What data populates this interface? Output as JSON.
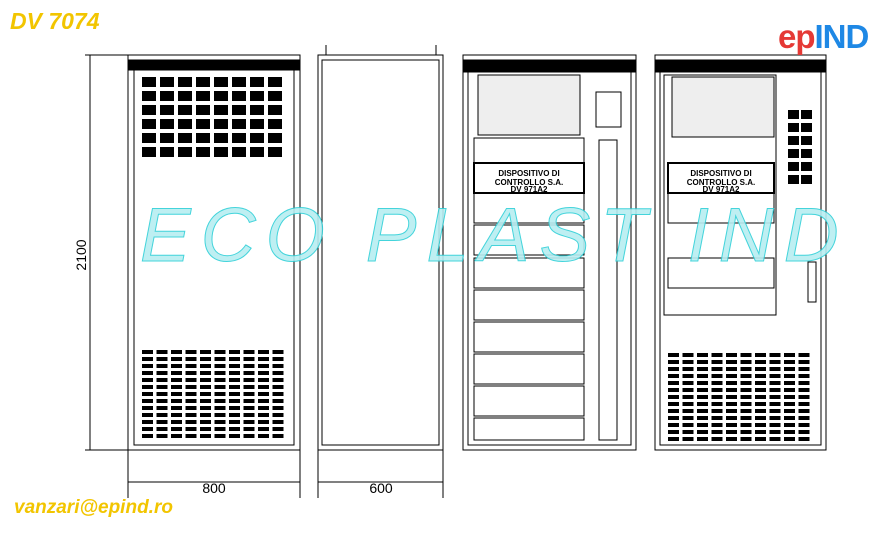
{
  "title": "DV 7074",
  "contact_email": "vanzari@epind.ro",
  "watermark": "ECO PLAST IND",
  "logo": {
    "part1": "ep",
    "part2": "IND",
    "text": "epind"
  },
  "dimensions": {
    "height": "2100",
    "width_front": "800",
    "depth": "600"
  },
  "panel": {
    "device_line1": "DISPOSITIVO DI",
    "device_line2": "CONTROLLO S.A.",
    "device_line3": "DV 971A2"
  },
  "colors": {
    "title": "#f2c500",
    "watermark": "#30d0d8",
    "logo_red": "#e53935",
    "logo_blue": "#1e88e5"
  }
}
